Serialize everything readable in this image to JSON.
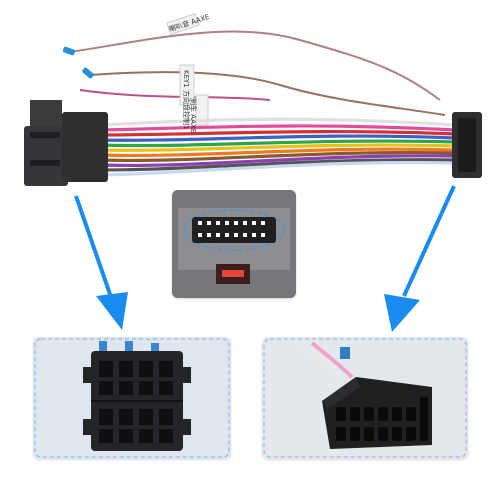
{
  "image": {
    "kind": "product-photo",
    "subject": "wiring harness adapter"
  },
  "labels": {
    "tag_top": "喇叭音 AAXE",
    "tag_key": "KEY1 方向盘控制1",
    "tag_mid": "刹车 AAXE"
  },
  "colors": {
    "connector_body": "#2e2f31",
    "arrow_blue": "#1a8cf0",
    "panel_left_bg": "#dfe6ee",
    "panel_right_bg": "#e4e7ec",
    "panel_center_bg": "#7a7b7e",
    "dashed_outline": "#4a90d9"
  },
  "icons": {
    "arrow_left": "arrow-down-left-icon",
    "arrow_right": "arrow-down-right-icon"
  }
}
